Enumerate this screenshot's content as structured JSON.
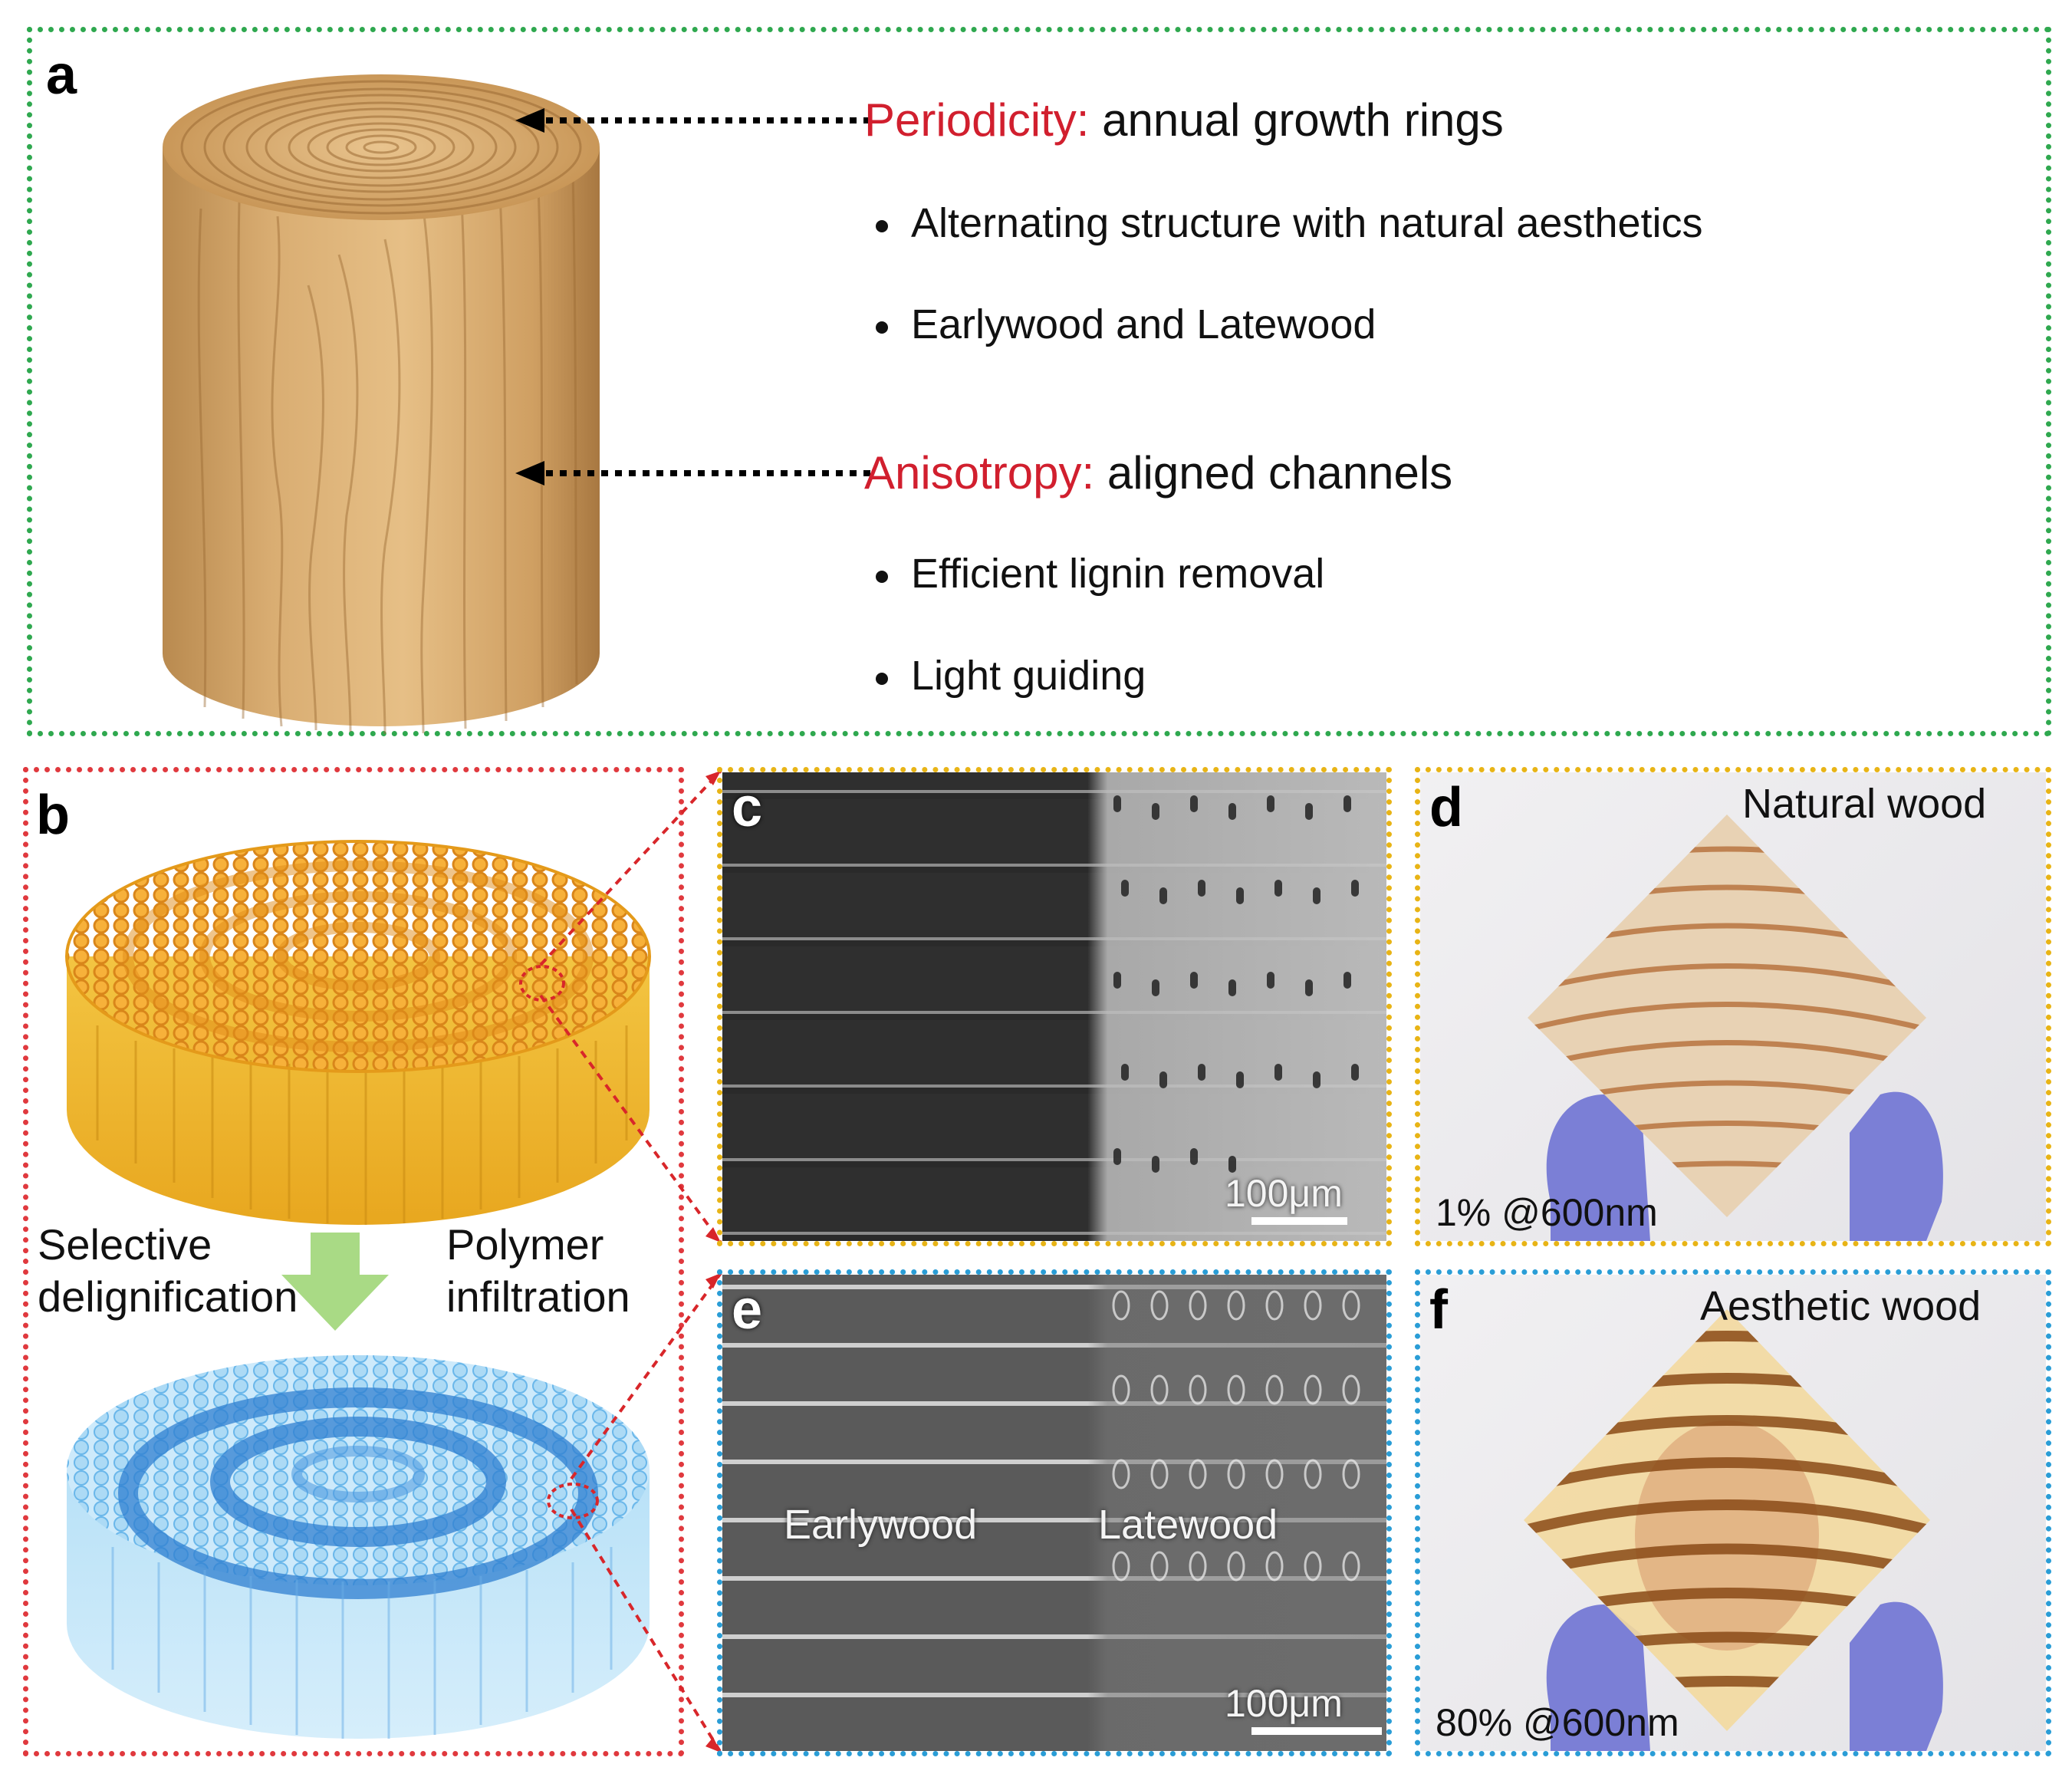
{
  "panel_a": {
    "letter": "a",
    "periodicity": {
      "key": "Periodicity:",
      "rest": " annual growth rings"
    },
    "periodicity_bullets": [
      "Alternating structure with natural aesthetics",
      "Earlywood and Latewood"
    ],
    "anisotropy": {
      "key": "Anisotropy:",
      "rest": " aligned channels"
    },
    "anisotropy_bullets": [
      "Efficient lignin removal",
      "Light guiding"
    ]
  },
  "panel_b": {
    "letter": "b",
    "left_label": [
      "Selective",
      "delignification"
    ],
    "right_label": [
      "Polymer",
      "infiltration"
    ]
  },
  "panel_c": {
    "letter": "c",
    "scale": "100μm"
  },
  "panel_d": {
    "letter": "d",
    "title": "Natural wood",
    "caption": "1% @600nm"
  },
  "panel_e": {
    "letter": "e",
    "scale": "100μm",
    "left_region": "Earlywood",
    "right_region": "Latewood"
  },
  "panel_f": {
    "letter": "f",
    "title": "Aesthetic wood",
    "caption": "80% @600nm"
  },
  "colors": {
    "panel_a_border": "#2fa84f",
    "panel_b_border": "#e0393e",
    "panel_cd_border": "#e8b416",
    "panel_ef_border": "#2a9dd6",
    "highlight_text": "#d11f2e",
    "glove": "#7b7fd6"
  }
}
